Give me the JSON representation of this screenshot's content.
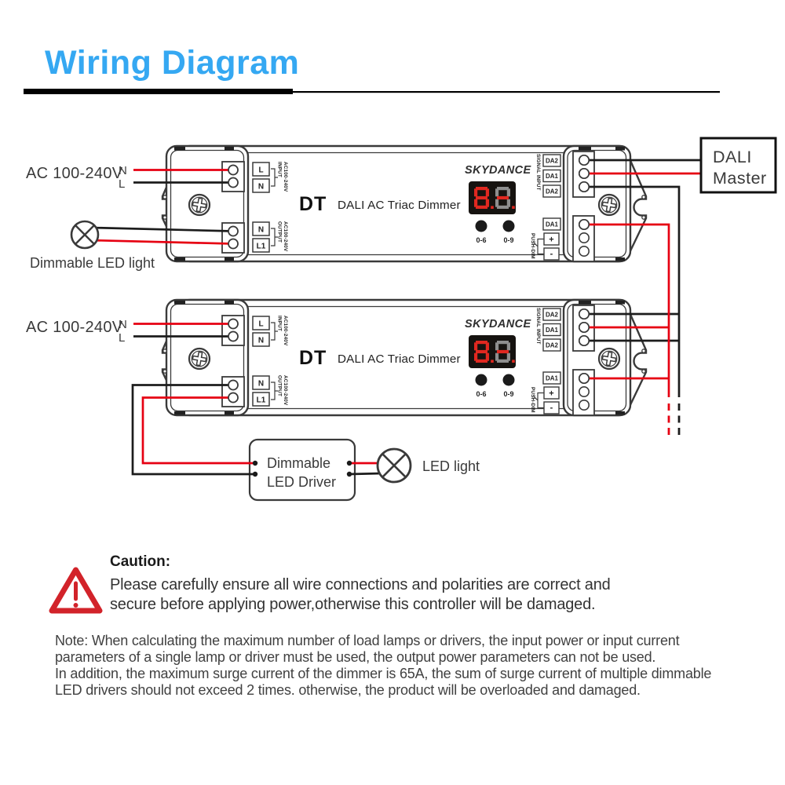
{
  "title": "Wiring Diagram",
  "colors": {
    "title_blue": "#35a8f2",
    "wire_red": "#e60012",
    "wire_black": "#1c1c1c",
    "outline_gray": "#3a3a3a",
    "caution_red": "#d2232a",
    "display_lit_red": "#e02820",
    "display_dim_gray": "#8e8e8e"
  },
  "device": {
    "brand": "SKYDANCE",
    "model": "DT",
    "product_name": "DALI  AC Triac Dimmer",
    "display_value": "8.8.",
    "button_labels": [
      "0-6",
      "0-9"
    ],
    "input_l": "L",
    "input_n": "N",
    "input_side1": "AC100-240V",
    "input_side2": "INPUT",
    "output_n": "N",
    "output_l1": "L1",
    "output_side1": "AC100-240V",
    "output_side2": "OUTPUT",
    "signal_side": "SIGNAL INPUT",
    "da_top": [
      "DA2",
      "DA1",
      "DA2"
    ],
    "dim_da1": "DA1",
    "dim_plus": "+",
    "dim_minus": "-",
    "push_dim_side": "PUSH-DIM"
  },
  "external": {
    "ac_label": "AC 100-240V",
    "n": "N",
    "l": "L",
    "dimmable_led_light": "Dimmable LED light",
    "led_light": "LED light",
    "driver_line1": "Dimmable",
    "driver_line2": "LED Driver",
    "dali_master_line1": "DALI",
    "dali_master_line2": "Master"
  },
  "caution": {
    "heading": "Caution:",
    "line1": "Please carefully ensure all wire connections and polarities are correct and",
    "line2": "secure before applying power,otherwise this controller will be damaged."
  },
  "note": {
    "line1": "Note: When calculating the maximum number of load lamps or drivers, the input power or input current",
    "line2": "parameters of a single lamp or driver must be used, the output power parameters can not be used.",
    "line3": "In addition, the maximum surge current of the dimmer is 65A, the sum of surge current of multiple dimmable",
    "line4": "LED drivers should not exceed 2 times. otherwise, the product will be overloaded and damaged."
  }
}
